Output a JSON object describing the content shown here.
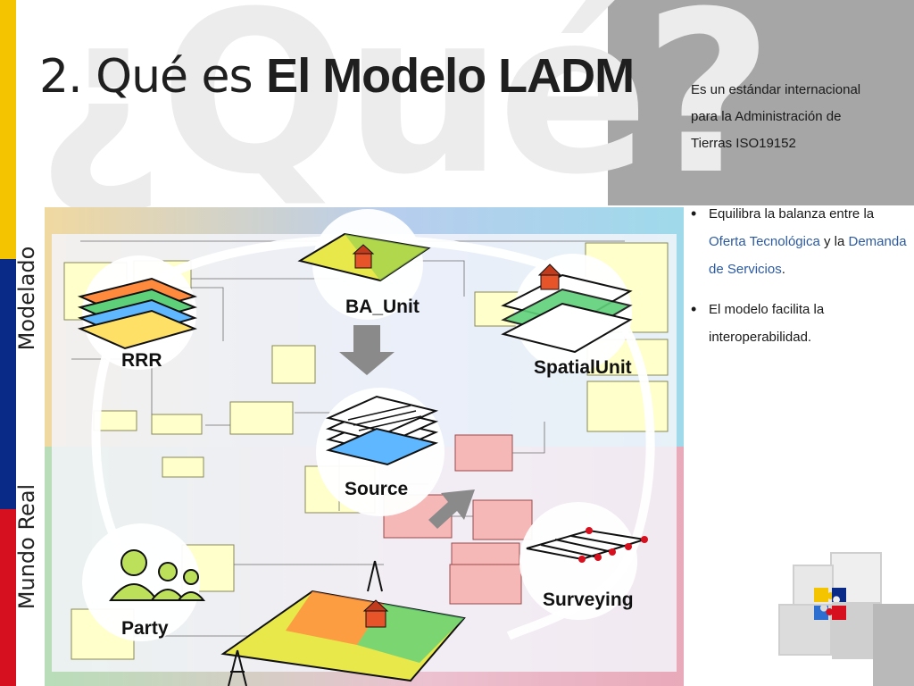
{
  "watermark": "¿Qué?",
  "title": {
    "plain": "2. Qué es ",
    "bold": "El Modelo LADM"
  },
  "side_labels": {
    "top": "Modelado",
    "bottom": "Mundo Real"
  },
  "intro": {
    "line1": "Es un estándar internacional",
    "line2": "para la Administración de",
    "line3_prefix": "Tierras ",
    "line3_code": "ISO19152"
  },
  "bullets": [
    {
      "pre": "Equilibra la balanza entre la ",
      "hl1": "Oferta Tecnológica",
      "mid": " y la ",
      "hl2": "Demanda de Servicios",
      "post": "."
    },
    {
      "text": "El modelo facilita la interoperabilidad."
    }
  ],
  "diagram": {
    "labels": {
      "ba_unit": "BA_Unit",
      "rrr": "RRR",
      "spatial_unit": "SpatialUnit",
      "source": "Source",
      "party": "Party",
      "surveying": "Surveying"
    }
  },
  "colors": {
    "stripe_yellow": "#f5c400",
    "stripe_blue": "#0a2a88",
    "stripe_red": "#d6101e",
    "highlight_blue": "#2c5aa0",
    "panel_gray": "#a6a6a6"
  }
}
